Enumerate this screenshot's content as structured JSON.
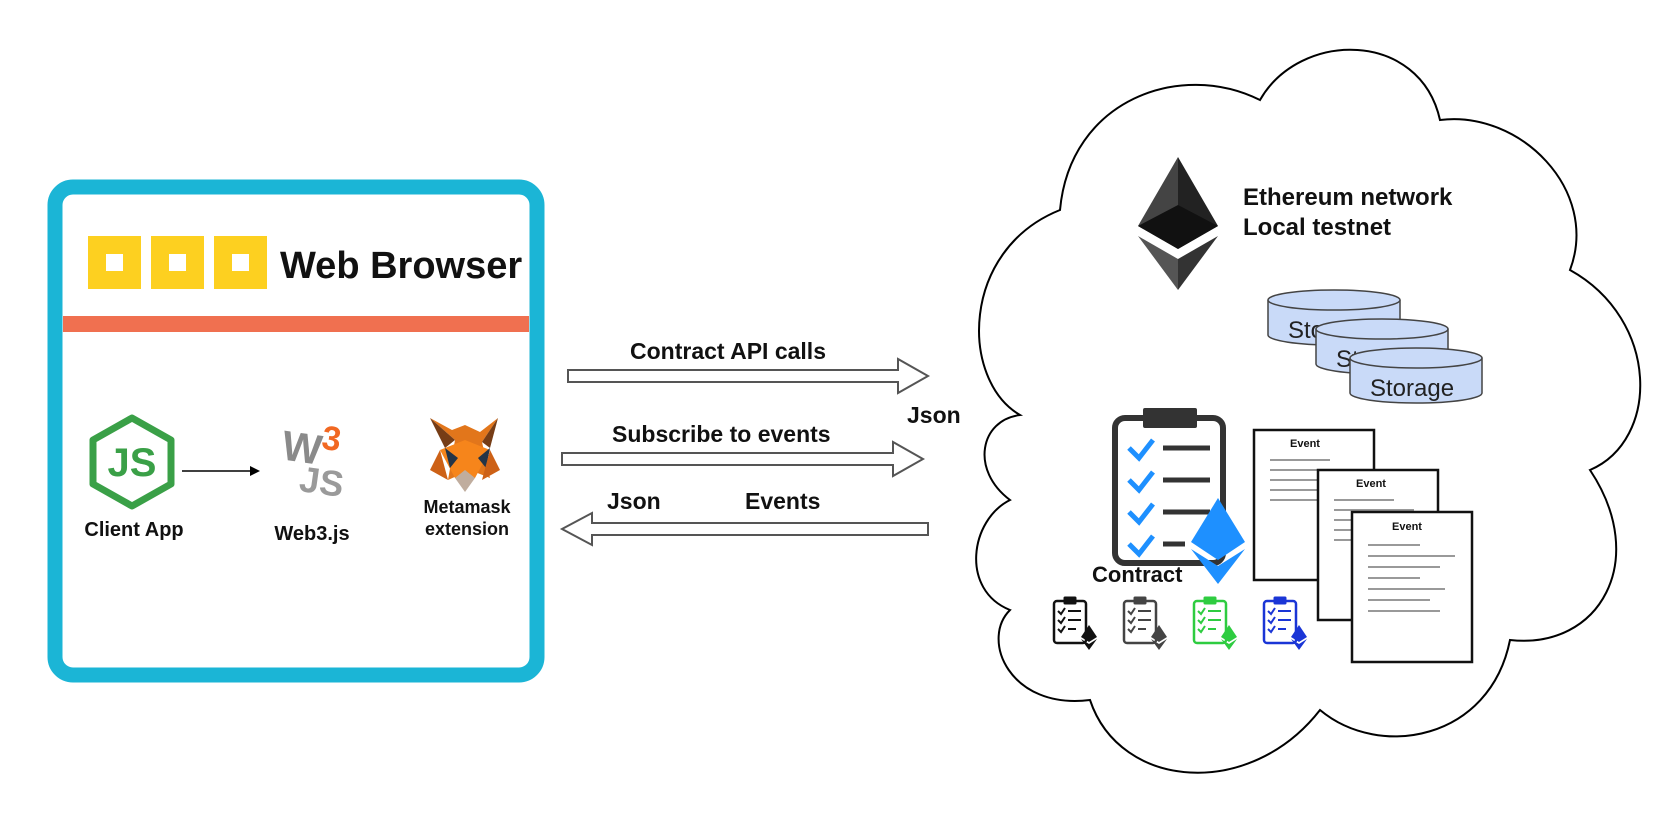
{
  "browser": {
    "title": "Web Browser",
    "colors": {
      "frame": "#1bb5d6",
      "bar": "#f07050",
      "squares": "#fdd020"
    },
    "components": [
      {
        "label": "Client App",
        "icon": "nodejs-icon"
      },
      {
        "label": "Web3.js",
        "icon": "web3js-icon"
      },
      {
        "label_line1": "Metamask",
        "label_line2": "extension",
        "icon": "metamask-fox-icon"
      }
    ]
  },
  "arrows": {
    "contract_calls": "Contract API calls",
    "subscribe": "Subscribe to events",
    "json_right": "Json",
    "json_left": "Json",
    "events": "Events"
  },
  "network": {
    "line1": "Ethereum network",
    "line2": "Local testnet",
    "icon": "ethereum-icon",
    "storage": [
      "Storage",
      "Storage",
      "Storage"
    ],
    "contract_label": "Contract",
    "event_label": "Event",
    "colors": {
      "storage_fill": "#c9daf8",
      "eth_blue": "#1e90ff",
      "green": "#2ecc40",
      "blue": "#1a35d6"
    }
  }
}
